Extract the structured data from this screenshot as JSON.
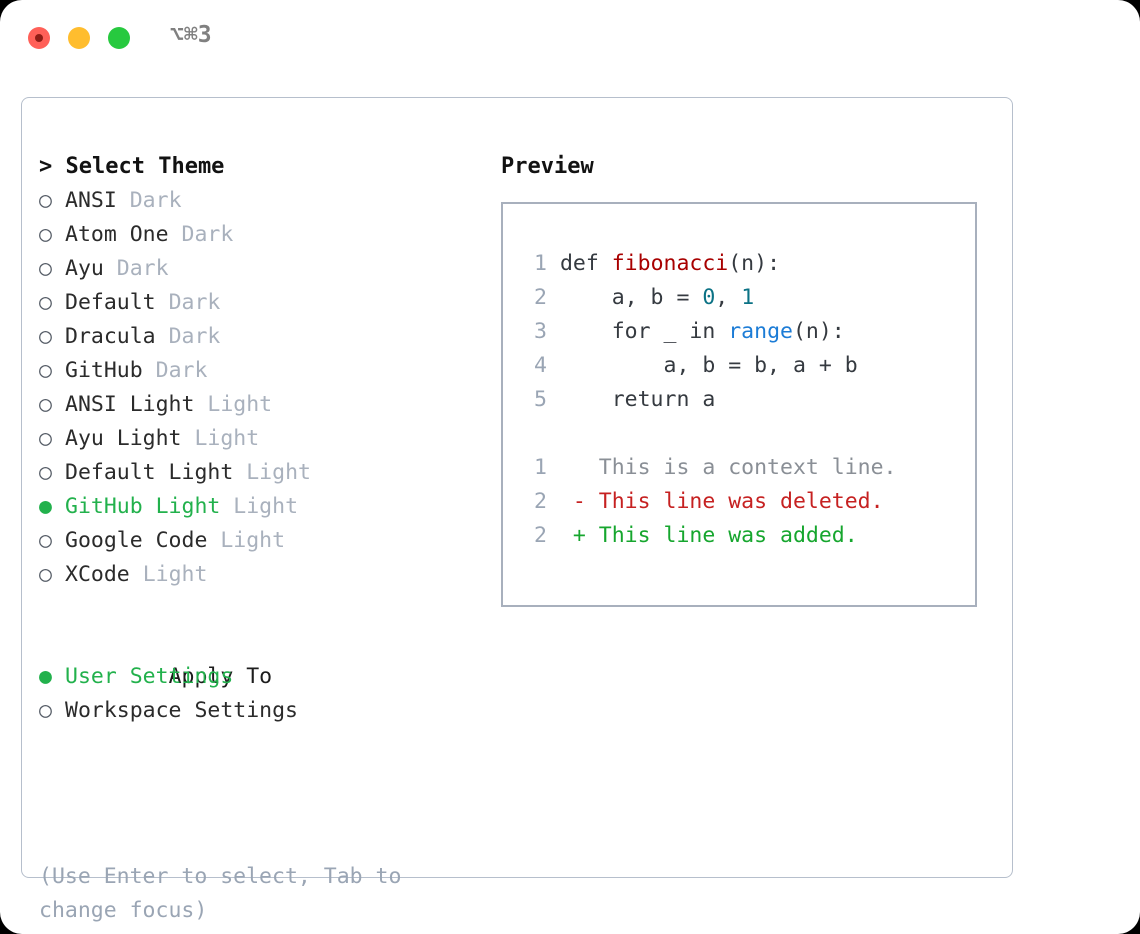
{
  "titlebar": {
    "shortcut": "⌥⌘3",
    "buttons": {
      "close": "close-button",
      "minimize": "minimize-button",
      "maximize": "maximize-button"
    }
  },
  "theme_picker": {
    "heading": "> Select Theme",
    "items": [
      {
        "marker": "○",
        "name": "ANSI",
        "variant": "Dark",
        "selected": false
      },
      {
        "marker": "○",
        "name": "Atom One",
        "variant": "Dark",
        "selected": false
      },
      {
        "marker": "○",
        "name": "Ayu",
        "variant": "Dark",
        "selected": false
      },
      {
        "marker": "○",
        "name": "Default",
        "variant": "Dark",
        "selected": false
      },
      {
        "marker": "○",
        "name": "Dracula",
        "variant": "Dark",
        "selected": false
      },
      {
        "marker": "○",
        "name": "GitHub",
        "variant": "Dark",
        "selected": false
      },
      {
        "marker": "○",
        "name": "ANSI Light",
        "variant": "Light",
        "selected": false
      },
      {
        "marker": "○",
        "name": "Ayu Light",
        "variant": "Light",
        "selected": false
      },
      {
        "marker": "○",
        "name": "Default Light",
        "variant": "Light",
        "selected": false
      },
      {
        "marker": "●",
        "name": "GitHub Light",
        "variant": "Light",
        "selected": true
      },
      {
        "marker": "○",
        "name": "Google Code",
        "variant": "Light",
        "selected": false
      },
      {
        "marker": "○",
        "name": "XCode",
        "variant": "Light",
        "selected": false
      }
    ]
  },
  "apply_to": {
    "heading": "Apply To",
    "items": [
      {
        "marker": "●",
        "label": "User Settings",
        "selected": true
      },
      {
        "marker": "○",
        "label": "Workspace Settings",
        "selected": false
      }
    ]
  },
  "hint": "(Use Enter to select, Tab to change focus)",
  "preview": {
    "title": "Preview",
    "code_lines": [
      {
        "num": "1",
        "tokens": [
          {
            "t": "def ",
            "c": "plain"
          },
          {
            "t": "fibonacci",
            "c": "fn"
          },
          {
            "t": "(n):",
            "c": "plain"
          }
        ]
      },
      {
        "num": "2",
        "tokens": [
          {
            "t": "    a, b = ",
            "c": "plain"
          },
          {
            "t": "0",
            "c": "num"
          },
          {
            "t": ", ",
            "c": "plain"
          },
          {
            "t": "1",
            "c": "num"
          }
        ]
      },
      {
        "num": "3",
        "tokens": [
          {
            "t": "    for _ in ",
            "c": "plain"
          },
          {
            "t": "range",
            "c": "kwblue"
          },
          {
            "t": "(n):",
            "c": "plain"
          }
        ]
      },
      {
        "num": "4",
        "tokens": [
          {
            "t": "        a, b = b, a + b",
            "c": "plain"
          }
        ]
      },
      {
        "num": "5",
        "tokens": [
          {
            "t": "    return a",
            "c": "plain"
          }
        ]
      }
    ],
    "diff_lines": [
      {
        "num": "1",
        "sign": " ",
        "text": " This is a context line.",
        "kind": "ctx"
      },
      {
        "num": "2",
        "sign": "-",
        "text": " This line was deleted.",
        "kind": "del"
      },
      {
        "num": "2",
        "sign": "+",
        "text": " This line was added.",
        "kind": "add"
      }
    ]
  },
  "colors": {
    "selected_green": "#22b14c",
    "muted_gray": "#a9b1bd",
    "hint_gray": "#9aa5b4",
    "border": "#a8b0bd",
    "code_function": "#a80000",
    "code_number": "#0b7285",
    "code_builtin": "#1c7cd6",
    "diff_deleted": "#c62121",
    "diff_added": "#16a62e"
  }
}
